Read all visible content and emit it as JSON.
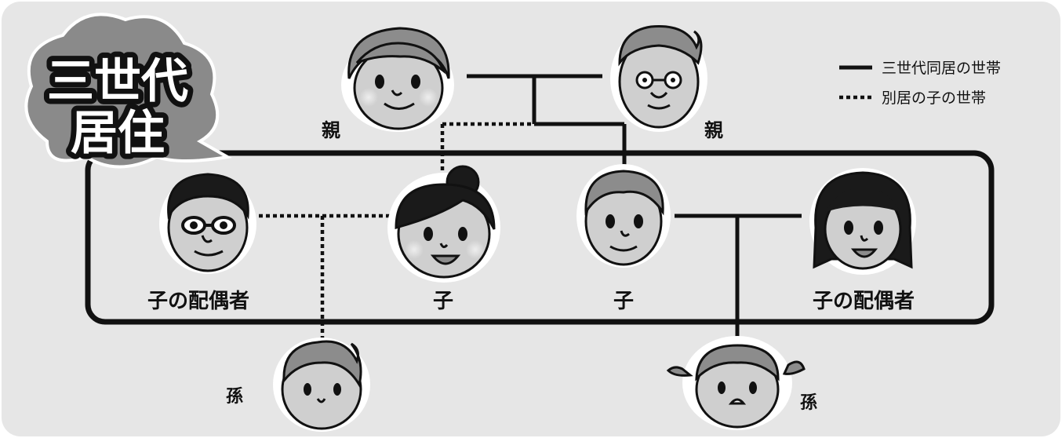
{
  "badge": {
    "line1": "三世代",
    "line2": "居住"
  },
  "legend": {
    "solid_label": "三世代同居の世帯",
    "dotted_label": "別居の子の世帯"
  },
  "people": {
    "grandmother": {
      "label": "親",
      "icon": "grandmother-face-icon"
    },
    "grandfather": {
      "label": "親",
      "icon": "grandfather-face-icon"
    },
    "spouse_left": {
      "label": "子の配偶者",
      "icon": "man-with-glasses-face-icon"
    },
    "daughter": {
      "label": "子",
      "icon": "woman-with-bun-face-icon"
    },
    "son": {
      "label": "子",
      "icon": "man-face-icon"
    },
    "spouse_right": {
      "label": "子の配偶者",
      "icon": "woman-long-hair-face-icon"
    },
    "grandson": {
      "label": "孫",
      "icon": "boy-face-icon"
    },
    "granddaughter": {
      "label": "孫",
      "icon": "girl-pigtails-face-icon"
    }
  },
  "colors": {
    "background": "#e6e6e6",
    "line": "#111111",
    "face": "#cfcfcf",
    "hair_gray": "#8c8c8c",
    "hair_black": "#1a1a1a",
    "badge_cloud": "#8a8a8a"
  }
}
